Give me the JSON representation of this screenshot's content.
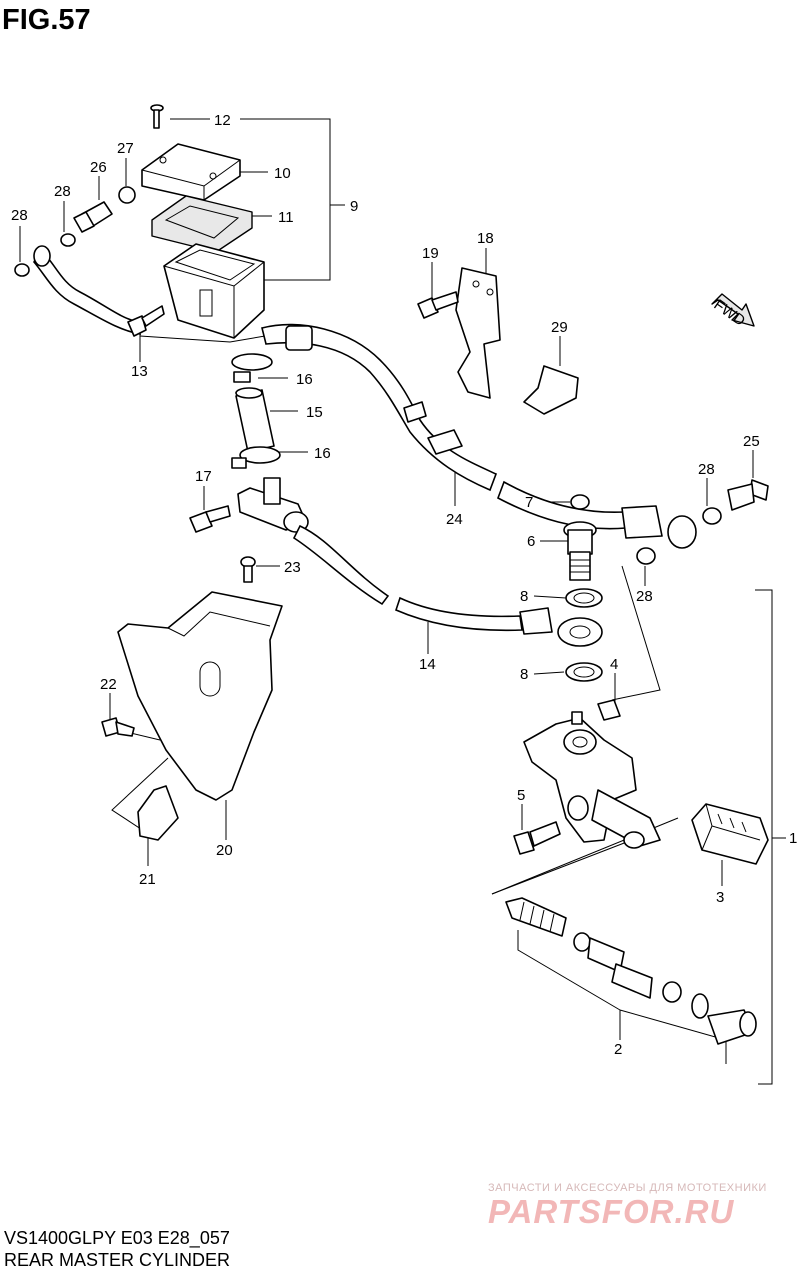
{
  "figure": {
    "title": "FIG.57",
    "model_code": "VS1400GLPY E03 E28_057",
    "name": "REAR MASTER CYLINDER"
  },
  "fwd_arrow_label": "FWD",
  "watermark": {
    "tagline": "ЗАПЧАСТИ И АКСЕССУАРЫ ДЛЯ МОТОТЕХНИКИ",
    "brand": "PARTSFOR.RU"
  },
  "callouts": {
    "p1": "1",
    "p2": "2",
    "p3": "3",
    "p4": "4",
    "p5": "5",
    "p6": "6",
    "p7": "7",
    "p8a": "8",
    "p8b": "8",
    "p9": "9",
    "p10": "10",
    "p11": "11",
    "p12": "12",
    "p13": "13",
    "p14": "14",
    "p15": "15",
    "p16a": "16",
    "p16b": "16",
    "p17": "17",
    "p18": "18",
    "p19": "19",
    "p20": "20",
    "p21": "21",
    "p22": "22",
    "p23": "23",
    "p24": "24",
    "p25": "25",
    "p26": "26",
    "p27": "27",
    "p28a": "28",
    "p28b": "28",
    "p28c": "28",
    "p28d": "28",
    "p29": "29"
  }
}
